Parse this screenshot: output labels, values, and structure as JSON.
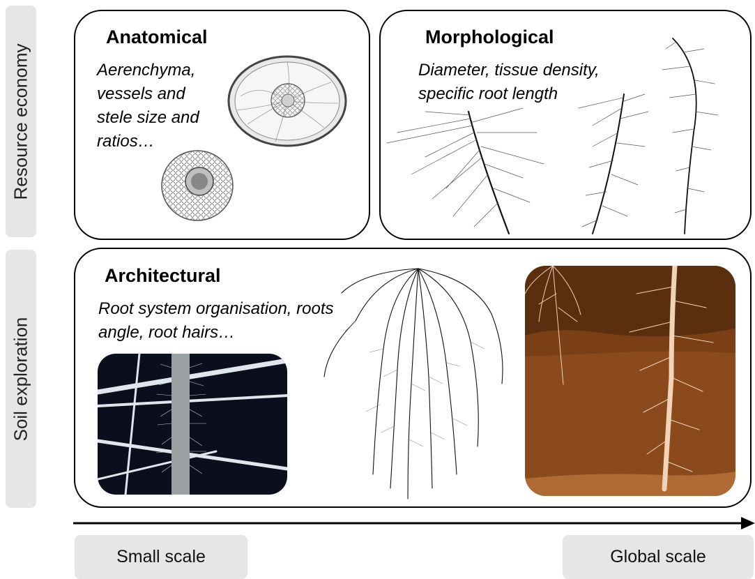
{
  "side_labels": {
    "top": "Resource economy",
    "bottom": "Soil exploration"
  },
  "panels": {
    "anatomical": {
      "title": "Anatomical",
      "description_lines": [
        "Aerenchyma,",
        "vessels and",
        "stele size and",
        "ratios…"
      ]
    },
    "morphological": {
      "title": "Morphological",
      "description_lines": [
        "Diameter, tissue density,",
        "specific root length"
      ]
    },
    "architectural": {
      "title": "Architectural",
      "description_lines": [
        "Root system organisation, roots",
        "angle, root hairs…"
      ]
    }
  },
  "scale_axis": {
    "left_label": "Small scale",
    "right_label": "Global scale"
  },
  "colors": {
    "label_bg": "#e6e6e6",
    "soil_dark": "#5a2f10",
    "soil_mid": "#8a4a1c",
    "soil_light": "#b06a33",
    "root_light": "#f2d3b8",
    "micro_bg": "#0b0e1c"
  }
}
